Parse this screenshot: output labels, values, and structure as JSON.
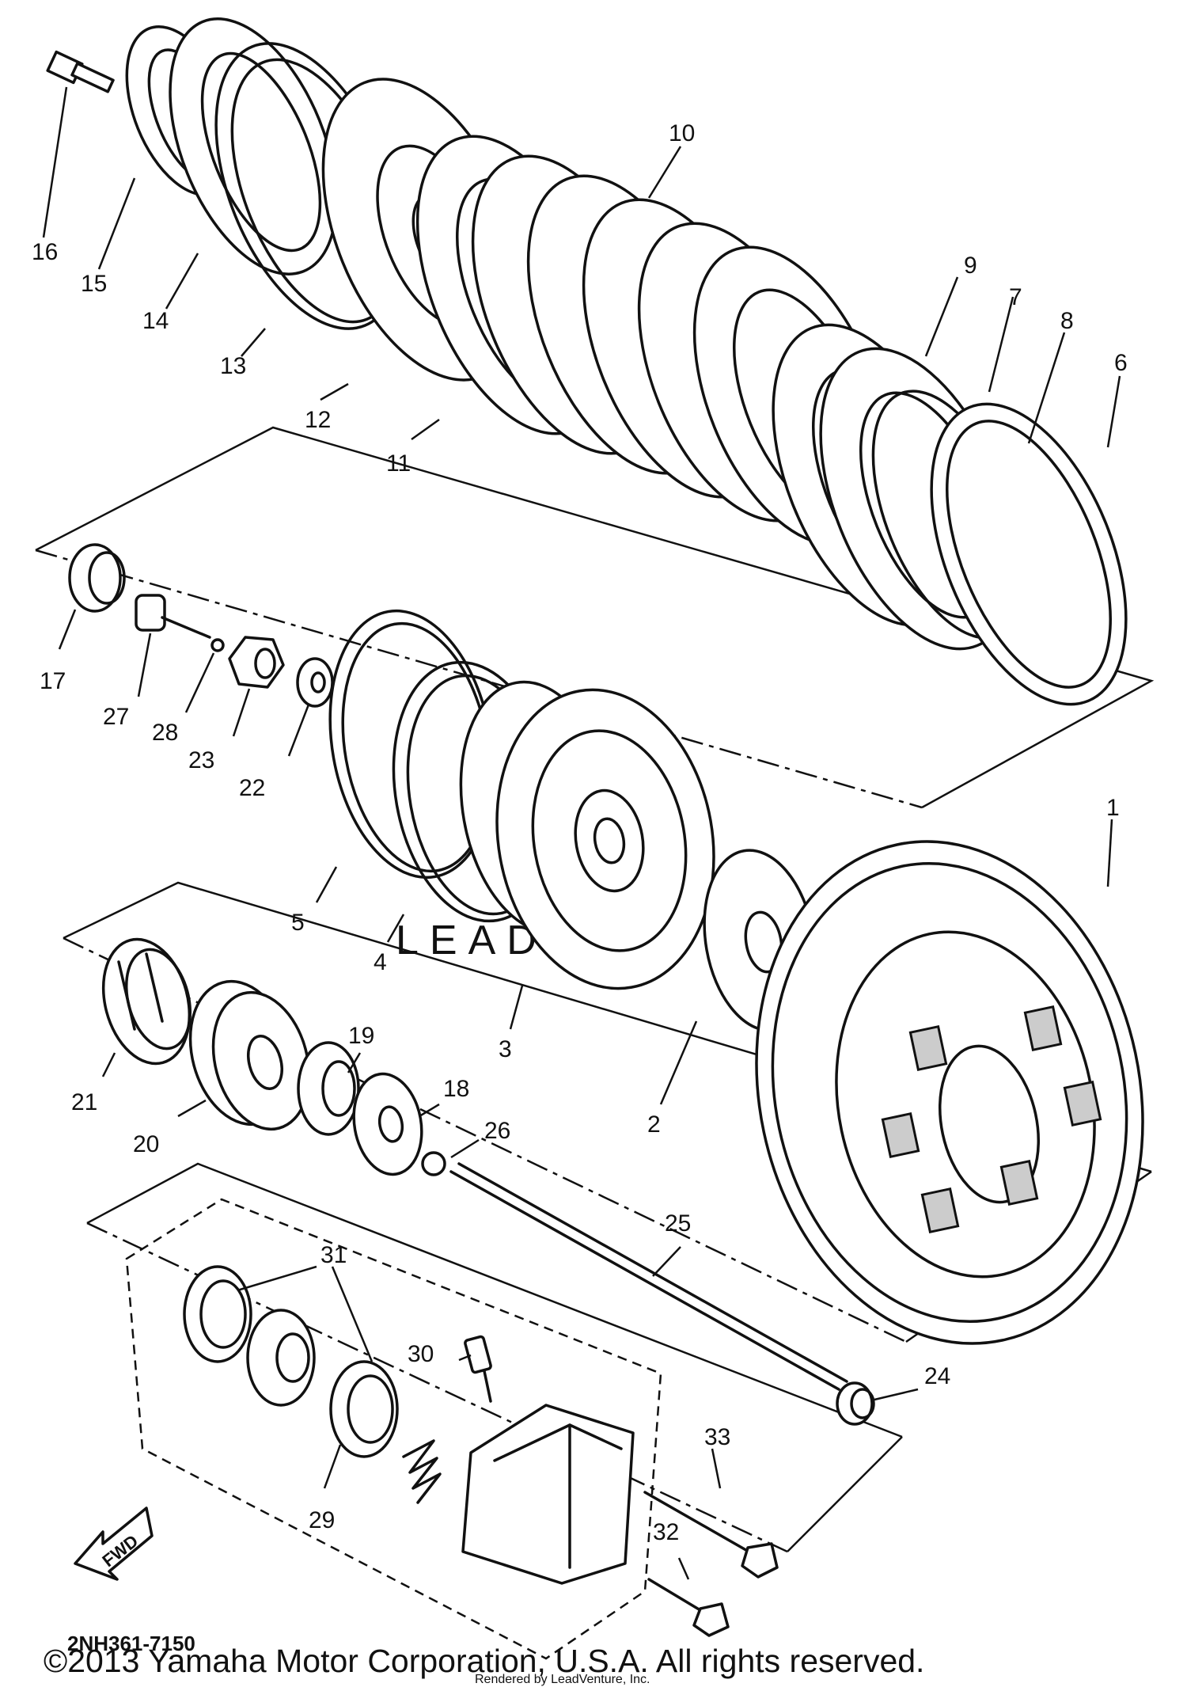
{
  "diagram": {
    "code": "2NH361-7150",
    "fwd_label": "FWD",
    "watermark": "LEADVENTURE"
  },
  "footer": {
    "copyright": "©2013 Yamaha Motor Corporation, U.S.A. All rights reserved.",
    "rendered_by": "Rendered by LeadVenture, Inc."
  },
  "callouts": {
    "p1": "1",
    "p2": "2",
    "p3": "3",
    "p4": "4",
    "p5": "5",
    "p6": "6",
    "p7": "7",
    "p8": "8",
    "p9": "9",
    "p10": "10",
    "p11": "11",
    "p12": "12",
    "p13": "13",
    "p14": "14",
    "p15": "15",
    "p16": "16",
    "p17": "17",
    "p18": "18",
    "p19": "19",
    "p20": "20",
    "p21": "21",
    "p22": "22",
    "p23": "23",
    "p24": "24",
    "p25": "25",
    "p26": "26",
    "p27": "27",
    "p28": "28",
    "p29": "29",
    "p30": "30",
    "p31": "31",
    "p32": "32",
    "p33": "33"
  }
}
